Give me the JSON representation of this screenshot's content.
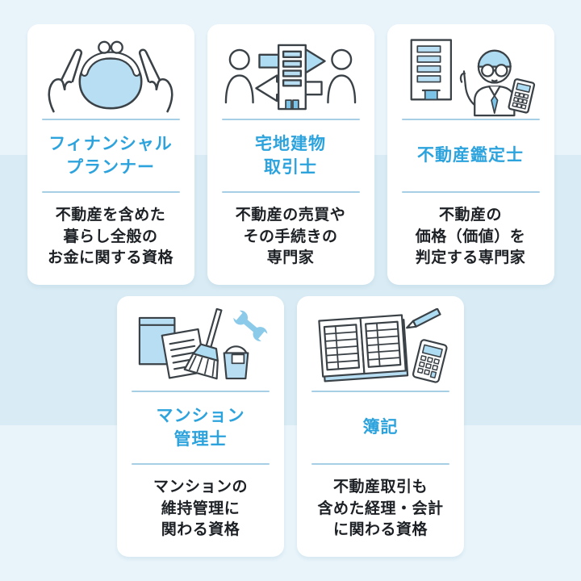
{
  "page": {
    "kind": "infographic",
    "background_light": "#e9f4fa",
    "background_band": "#d9ebf4"
  },
  "colors": {
    "card_background": "#ffffff",
    "title_accent": "#2da3dd",
    "divider": "#a6cee5",
    "body_text": "#1d2125",
    "icon_outline": "#3b4247",
    "icon_fill_light": "#b7def2",
    "icon_fill_mid": "#7cc3e8"
  },
  "cards": [
    {
      "id": "financial-planner",
      "icon": "purse-in-hands-icon",
      "title_lines": [
        "フィナンシャル",
        "プランナー"
      ],
      "desc_lines": [
        "不動産を含めた",
        "暮らし全般の",
        "お金に関する資格"
      ]
    },
    {
      "id": "takken",
      "icon": "people-building-exchange-icon",
      "title_lines": [
        "宅地建物",
        "取引士"
      ],
      "desc_lines": [
        "不動産の売買や",
        "その手続きの",
        "専門家"
      ]
    },
    {
      "id": "real-estate-appraiser",
      "icon": "building-appraiser-icon",
      "title_lines": [
        "不動産鑑定士"
      ],
      "desc_lines": [
        "不動産の",
        "価格（価値）を",
        "判定する専門家"
      ]
    },
    {
      "id": "mansion-manager",
      "icon": "cleaning-tools-icon",
      "title_lines": [
        "マンション",
        "管理士"
      ],
      "desc_lines": [
        "マンションの",
        "維持管理に",
        "関わる資格"
      ]
    },
    {
      "id": "bookkeeping",
      "icon": "ledger-calculator-icon",
      "title_lines": [
        "簿記"
      ],
      "desc_lines": [
        "不動産取引も",
        "含めた経理・会計",
        "に関わる資格"
      ]
    }
  ]
}
